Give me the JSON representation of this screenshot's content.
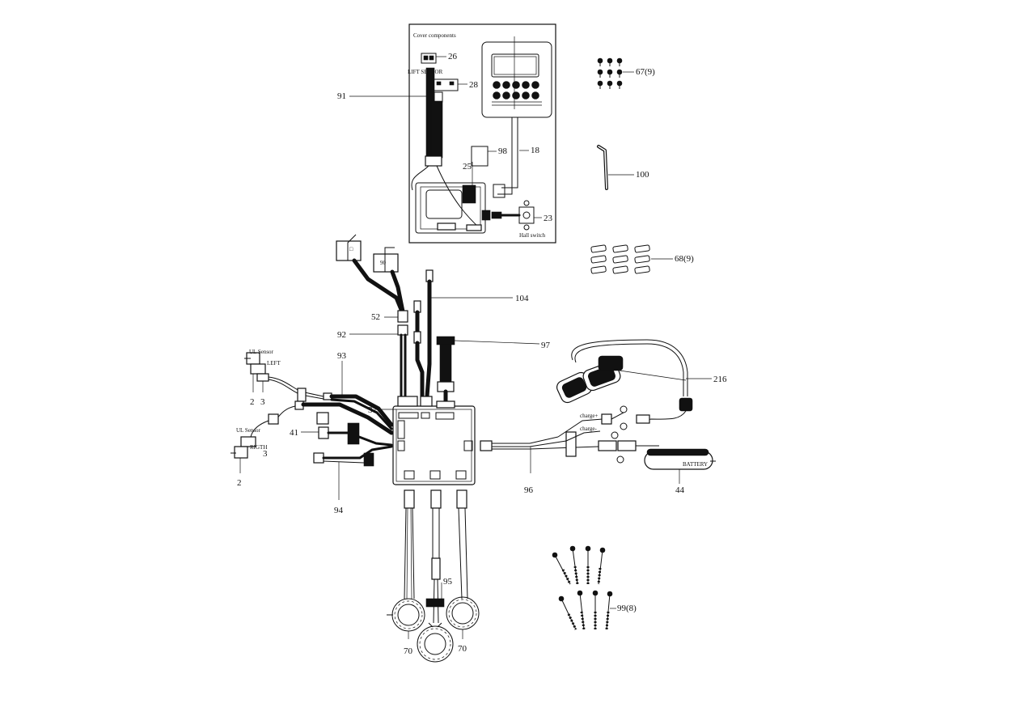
{
  "cover_box": {
    "title": "Cover components",
    "lift_sensor_label": "LIFT SENSOR",
    "hall_switch_label": "Hall switch"
  },
  "part_labels": {
    "p26": "26",
    "p28": "28",
    "p91": "91",
    "p98": "98",
    "p18": "18",
    "p25": "25",
    "p23": "23",
    "p67": "67(9)",
    "p100": "100",
    "p68": "68(9)",
    "p104": "104",
    "p52": "52",
    "p92": "92",
    "p97": "97",
    "p93": "93",
    "p216": "216",
    "p37": "37",
    "p41": "41",
    "p94": "94",
    "p96": "96",
    "p44": "44",
    "p95": "95",
    "p70_left": "70",
    "p70_right": "70",
    "p99": "99(8)",
    "p2_top": "2",
    "p3_top": "3",
    "p3_bottom": "3",
    "p2_bottom": "2"
  },
  "sensor_labels": {
    "ul_sensor_top": "UL Sensor",
    "left": "LEFT",
    "ul_sensor_bottom": "UL Sensor",
    "right": "RIGTH"
  },
  "charge_labels": {
    "charge_top": "charge+",
    "charge_bottom": "charge-"
  },
  "battery_label": "BATTERY"
}
